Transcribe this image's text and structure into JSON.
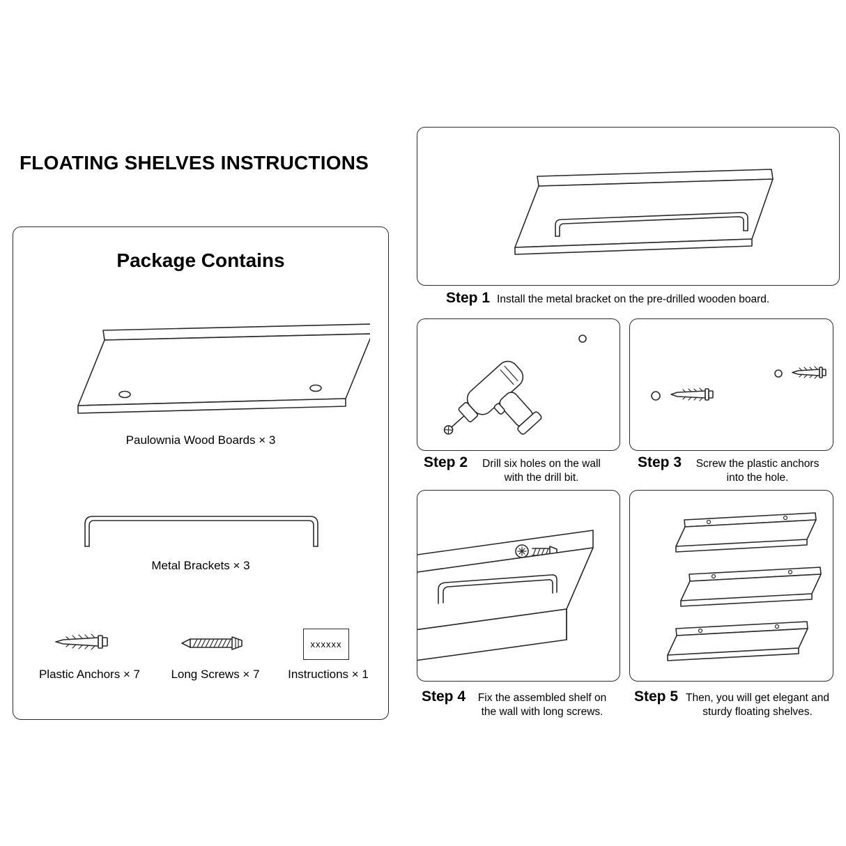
{
  "title": "FLOATING SHELVES INSTRUCTIONS",
  "package": {
    "heading": "Package Contains",
    "instructions_placeholder": "xxxxxx",
    "items": [
      {
        "label": "Paulownia Wood Boards × 3"
      },
      {
        "label": "Metal Brackets × 3"
      },
      {
        "label": "Plastic Anchors × 7"
      },
      {
        "label": "Long Screws × 7"
      },
      {
        "label": "Instructions × 1"
      }
    ]
  },
  "steps": [
    {
      "name": "Step 1",
      "text": "Install the metal bracket on the pre-drilled wooden board."
    },
    {
      "name": "Step 2",
      "text": "Drill six holes on the wall with the drill bit."
    },
    {
      "name": "Step 3",
      "text": "Screw the plastic anchors into the hole."
    },
    {
      "name": "Step 4",
      "text": "Fix the assembled shelf on the wall with long screws."
    },
    {
      "name": "Step 5",
      "text": "Then, you will get elegant and sturdy floating shelves."
    }
  ]
}
